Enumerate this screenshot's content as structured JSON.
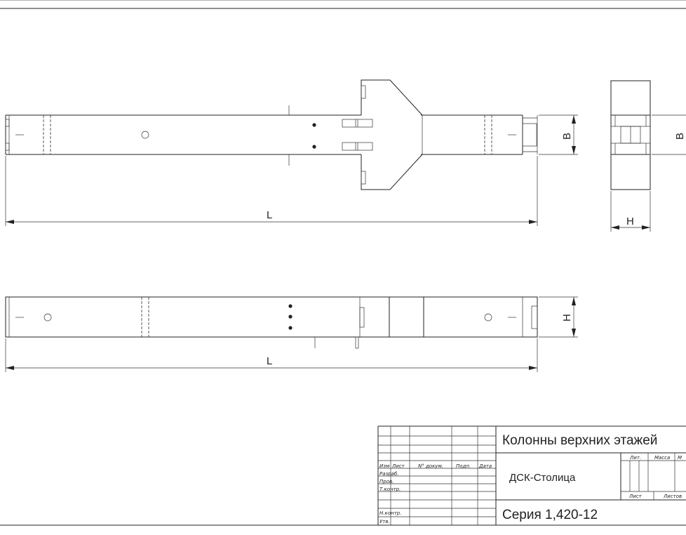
{
  "drawing": {
    "top_view": {
      "length_label": "L",
      "width_label": "B"
    },
    "end_view": {
      "width_label": "B",
      "height_label": "H"
    },
    "side_view": {
      "length_label": "L",
      "height_label": "H"
    }
  },
  "title_block": {
    "title": "Колонны верхних этажей",
    "organization": "ДСК-Столица",
    "series": "Серия 1,420-12",
    "columns": {
      "izm": "Изм",
      "list": "Лист",
      "doc": "N° докум.",
      "sign": "Подп.",
      "date": "Дата"
    },
    "rows": {
      "razrab": "Разраб.",
      "prov": "Пров.",
      "tkontr": "Т.контр.",
      "nkontr": "Н.контр.",
      "utv": "Утв."
    },
    "stamp": {
      "lit": "Лит.",
      "massa": "Масса",
      "masshtab": "М",
      "sheet": "Лист",
      "sheets": "Листов"
    }
  }
}
